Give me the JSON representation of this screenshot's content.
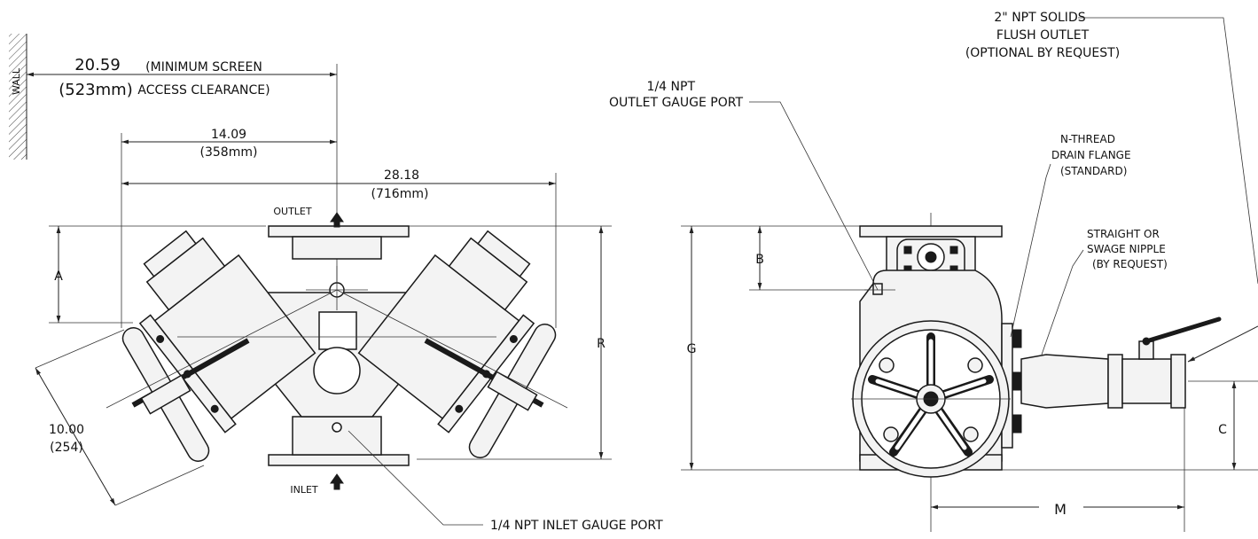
{
  "labels": {
    "wall": "WALL",
    "dim_20_59": "20.59",
    "dim_523mm": "(523mm)",
    "min_screen_1": "(MINIMUM SCREEN",
    "min_screen_2": "ACCESS CLEARANCE)",
    "dim_14_09": "14.09",
    "dim_358mm": "(358mm)",
    "dim_28_18": "28.18",
    "dim_716mm": "(716mm)",
    "outlet": "OUTLET",
    "inlet": "INLET",
    "dim_a": "A",
    "dim_r": "R",
    "dim_10_00": "10.00",
    "dim_254": "(254)",
    "inlet_gauge_port": "1/4 NPT INLET GAUGE PORT",
    "outlet_gauge_port_1": "1/4 NPT",
    "outlet_gauge_port_2": "OUTLET GAUGE PORT",
    "solids_1": "2\" NPT SOLIDS",
    "solids_2": "FLUSH OUTLET",
    "solids_3": "(OPTIONAL BY REQUEST)",
    "nthread_1": "N-THREAD",
    "nthread_2": "DRAIN FLANGE",
    "nthread_3": "(STANDARD)",
    "nipple_1": "STRAIGHT OR",
    "nipple_2": "SWAGE NIPPLE",
    "nipple_3": "(BY REQUEST)",
    "dim_b": "B",
    "dim_g": "G",
    "dim_c": "C",
    "dim_m": "M"
  }
}
